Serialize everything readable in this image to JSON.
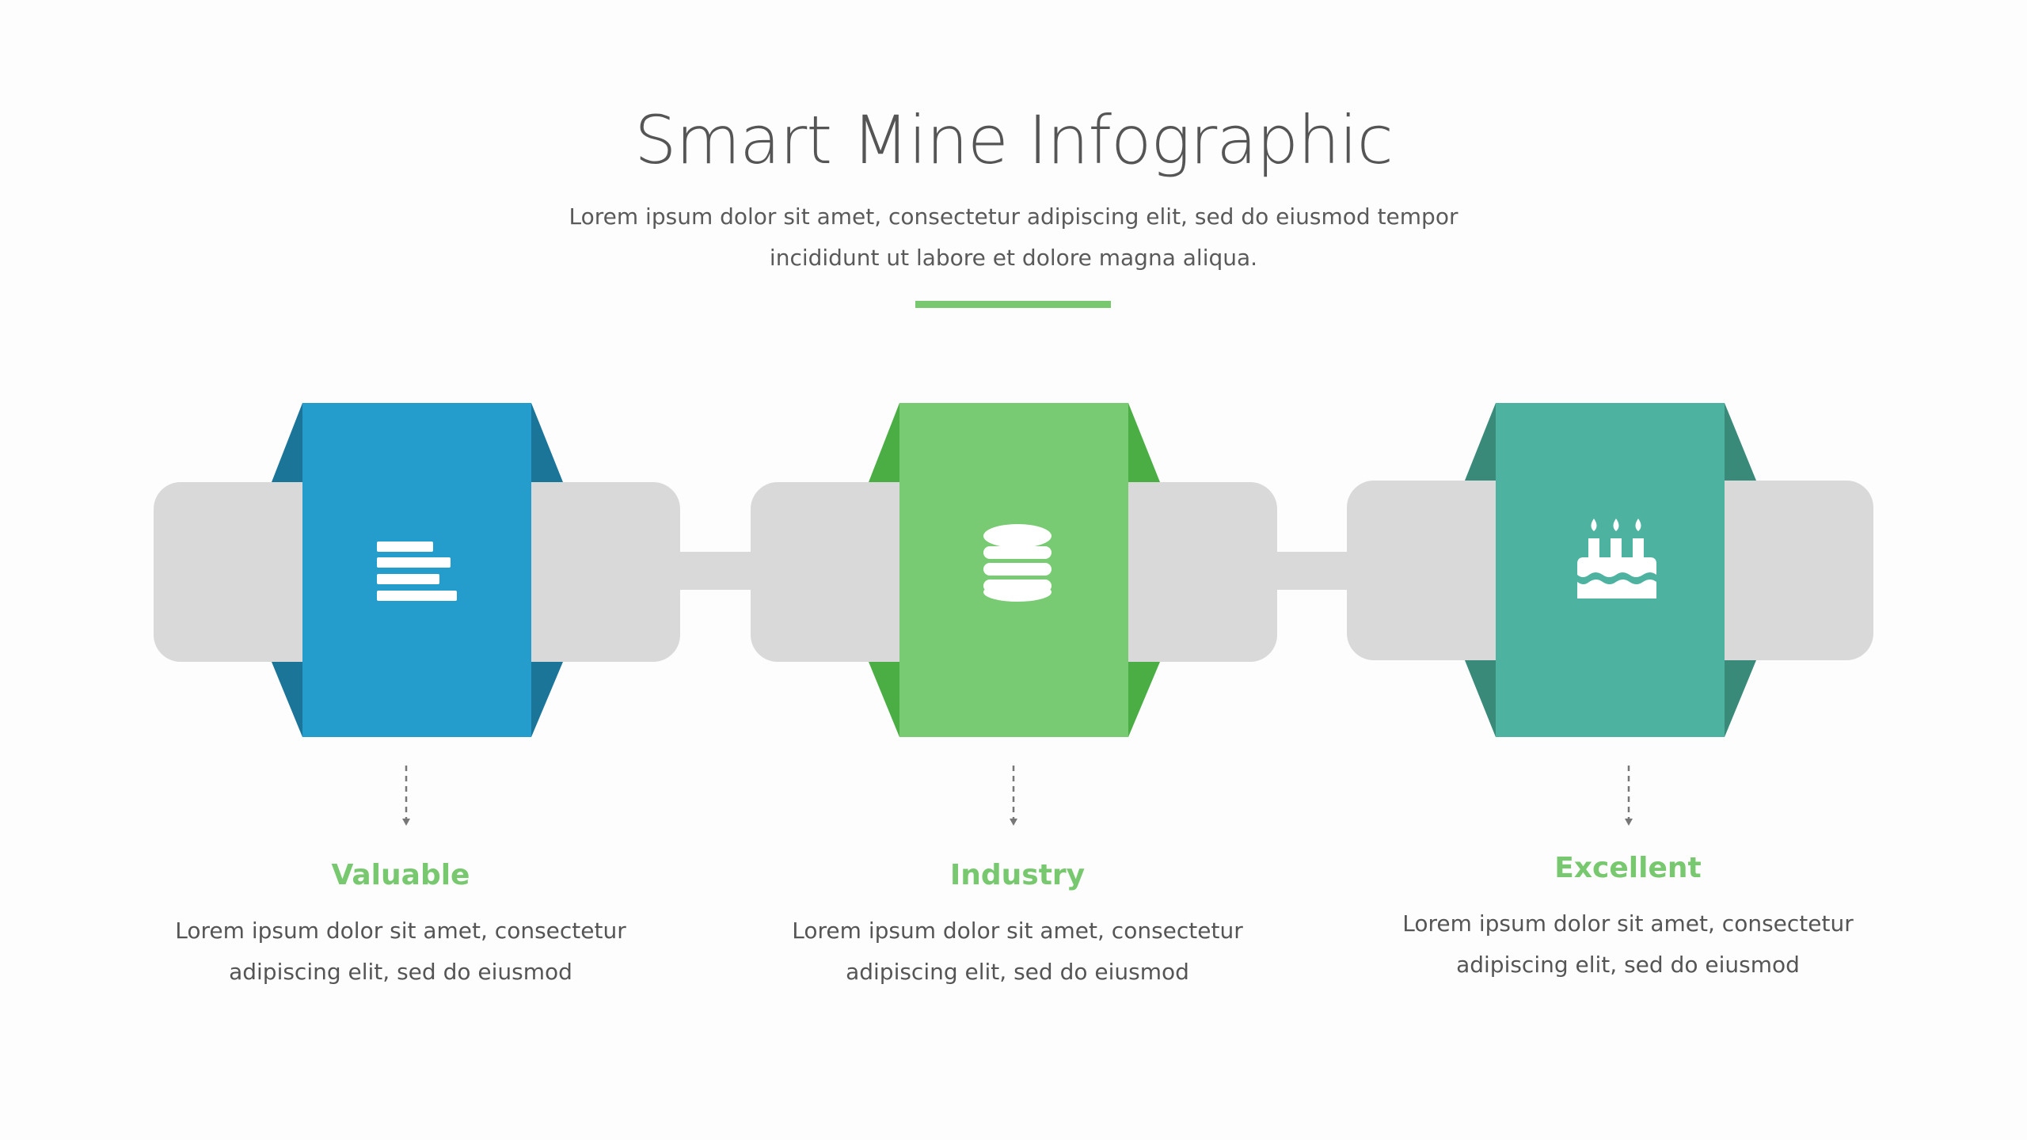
{
  "header": {
    "title": "Smart Mine Infographic",
    "subtitle_line1": "Lorem ipsum dolor sit amet, consectetur adipiscing elit, sed do eiusmod tempor",
    "subtitle_line2": "incididunt ut labore et dolore magna aliqua."
  },
  "colors": {
    "blue": "#249dcd",
    "blue_dark": "#1b7599",
    "green": "#78cb72",
    "green_dark": "#4aae44",
    "teal": "#4db3a0",
    "teal_dark": "#3a8a7a",
    "gray": "#d9d9d9",
    "accent": "#78c86f"
  },
  "items": [
    {
      "icon": "text-lines-icon",
      "heading": "Valuable",
      "line1": "Lorem ipsum dolor sit amet, consectetur",
      "line2": "adipiscing elit, sed do eiusmod"
    },
    {
      "icon": "database-icon",
      "heading": "Industry",
      "line1": "Lorem ipsum dolor sit amet, consectetur",
      "line2": "adipiscing elit, sed do eiusmod"
    },
    {
      "icon": "birthday-cake-icon",
      "heading": "Excellent",
      "line1": "Lorem ipsum dolor sit amet, consectetur",
      "line2": "adipiscing elit, sed do eiusmod"
    }
  ]
}
